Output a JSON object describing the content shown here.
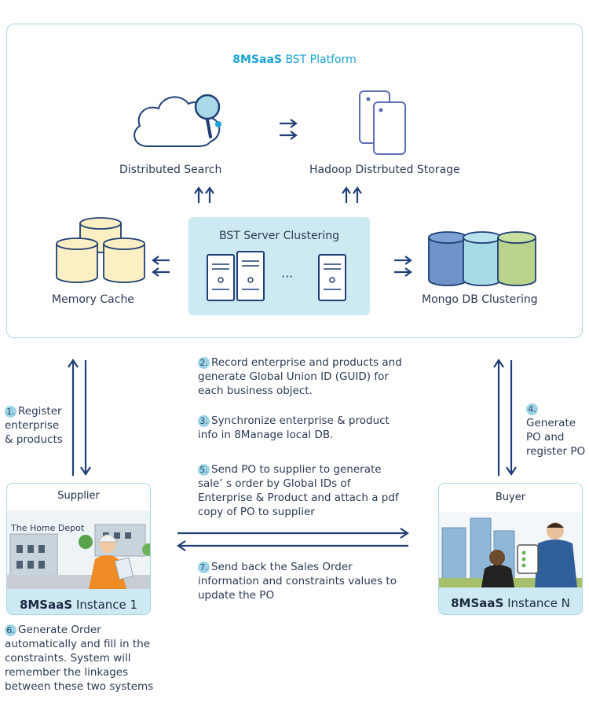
{
  "platform": {
    "brand": "8MSaaS",
    "title_rest": "BST Platform"
  },
  "nodes": {
    "search": "Distributed Search",
    "storage": "Hadoop Distrbuted Storage",
    "cluster": "BST Server Clustering",
    "ellipsis": "···",
    "cache": "Memory Cache",
    "mongo": "Mongo DB Clustering"
  },
  "steps": {
    "s1": {
      "num": "1.",
      "text": "Register\nenterprise\n& products"
    },
    "s2": {
      "num": "2.",
      "text": "Record enterprise and products and\ngenerate Global Union ID (GUID) for\neach business object."
    },
    "s3": {
      "num": "3.",
      "text": "Synchronize enterprise  & product\ninfo in 8Manage local DB."
    },
    "s4": {
      "num": "4.",
      "text": "Generate\nPO and\nregister PO"
    },
    "s5": {
      "num": "5.",
      "text": "Send  PO to supplier to generate\nsale’ s order by Global IDs of\nEnterprise & Product and attach a pdf\ncopy of PO to supplier"
    },
    "s6": {
      "num": "6.",
      "text": "Generate Order\nautomatically and fill in the\nconstraints.  System will\nremember the linkages\nbetween these two systems"
    },
    "s7": {
      "num": "7.",
      "text": "Send back the Sales Order\ninformation and constraints values to\nupdate the PO"
    }
  },
  "supplier": {
    "title": "Supplier",
    "sign": "The Home Depot",
    "brand": "8MSaaS",
    "instance": "Instance 1"
  },
  "buyer": {
    "title": "Buyer",
    "brand": "8MSaaS",
    "instance": "Instance N"
  },
  "colors": {
    "accent": "#1aa3d6",
    "arrow": "#1f3f75",
    "panel": "#cde9f1",
    "border": "#a9d8e6"
  },
  "icons": [
    "cloud-search-icon",
    "storage-devices-icon",
    "server-icon",
    "database-icon"
  ]
}
